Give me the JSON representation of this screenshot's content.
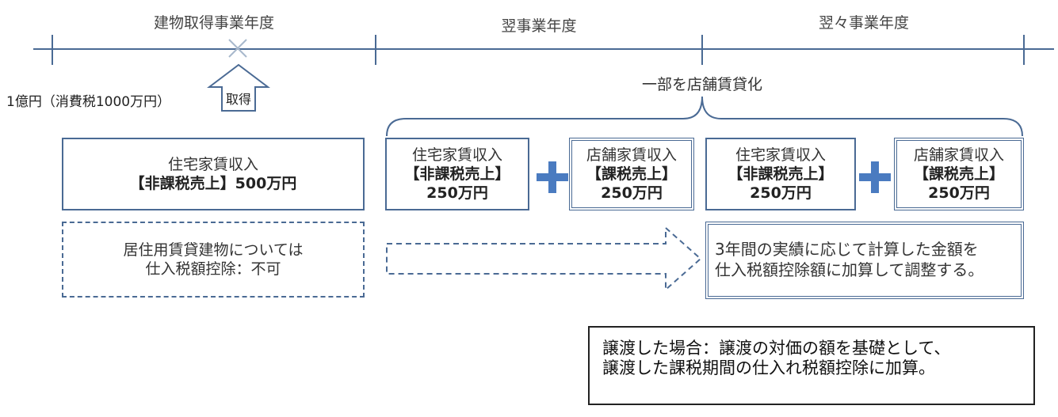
{
  "timeline": {
    "periods": [
      {
        "label": "建物取得事業年度"
      },
      {
        "label": "翌事業年度"
      },
      {
        "label": "翌々事業年度"
      }
    ]
  },
  "acquisition": {
    "amount_label": "1億円（消費税1000万円）",
    "house_label": "取得"
  },
  "partial": {
    "label": "一部を店舗賃貸化"
  },
  "year1": {
    "residential": {
      "line1": "住宅家賃収入",
      "line2": "【非課税売上】500万円"
    },
    "note": {
      "line1": "居住用賃貸建物については",
      "line2": "仕入税額控除：不可"
    }
  },
  "year2": {
    "residential": {
      "line1": "住宅家賃収入",
      "line2": "【非課税売上】",
      "line3": "250万円"
    },
    "store": {
      "line1": "店舗家賃収入",
      "line2": "【課税売上】",
      "line3": "250万円"
    }
  },
  "year3": {
    "residential": {
      "line1": "住宅家賃収入",
      "line2": "【非課税売上】",
      "line3": "250万円"
    },
    "store": {
      "line1": "店舗家賃収入",
      "line2": "【課税売上】",
      "line3": "250万円"
    }
  },
  "adjustment": {
    "line1": "3年間の実績に応じて計算した金額を",
    "line2": "仕入税額控除額に加算して調整する。"
  },
  "transfer_note": {
    "line1": "譲渡した場合：譲渡の対価の額を基礎として、",
    "line2": "譲渡した課税期間の仕入れ税額控除に加算。"
  },
  "colors": {
    "line": "#4a6a94",
    "plus": "#4a7bc0",
    "cross": "#a8b8cc"
  }
}
